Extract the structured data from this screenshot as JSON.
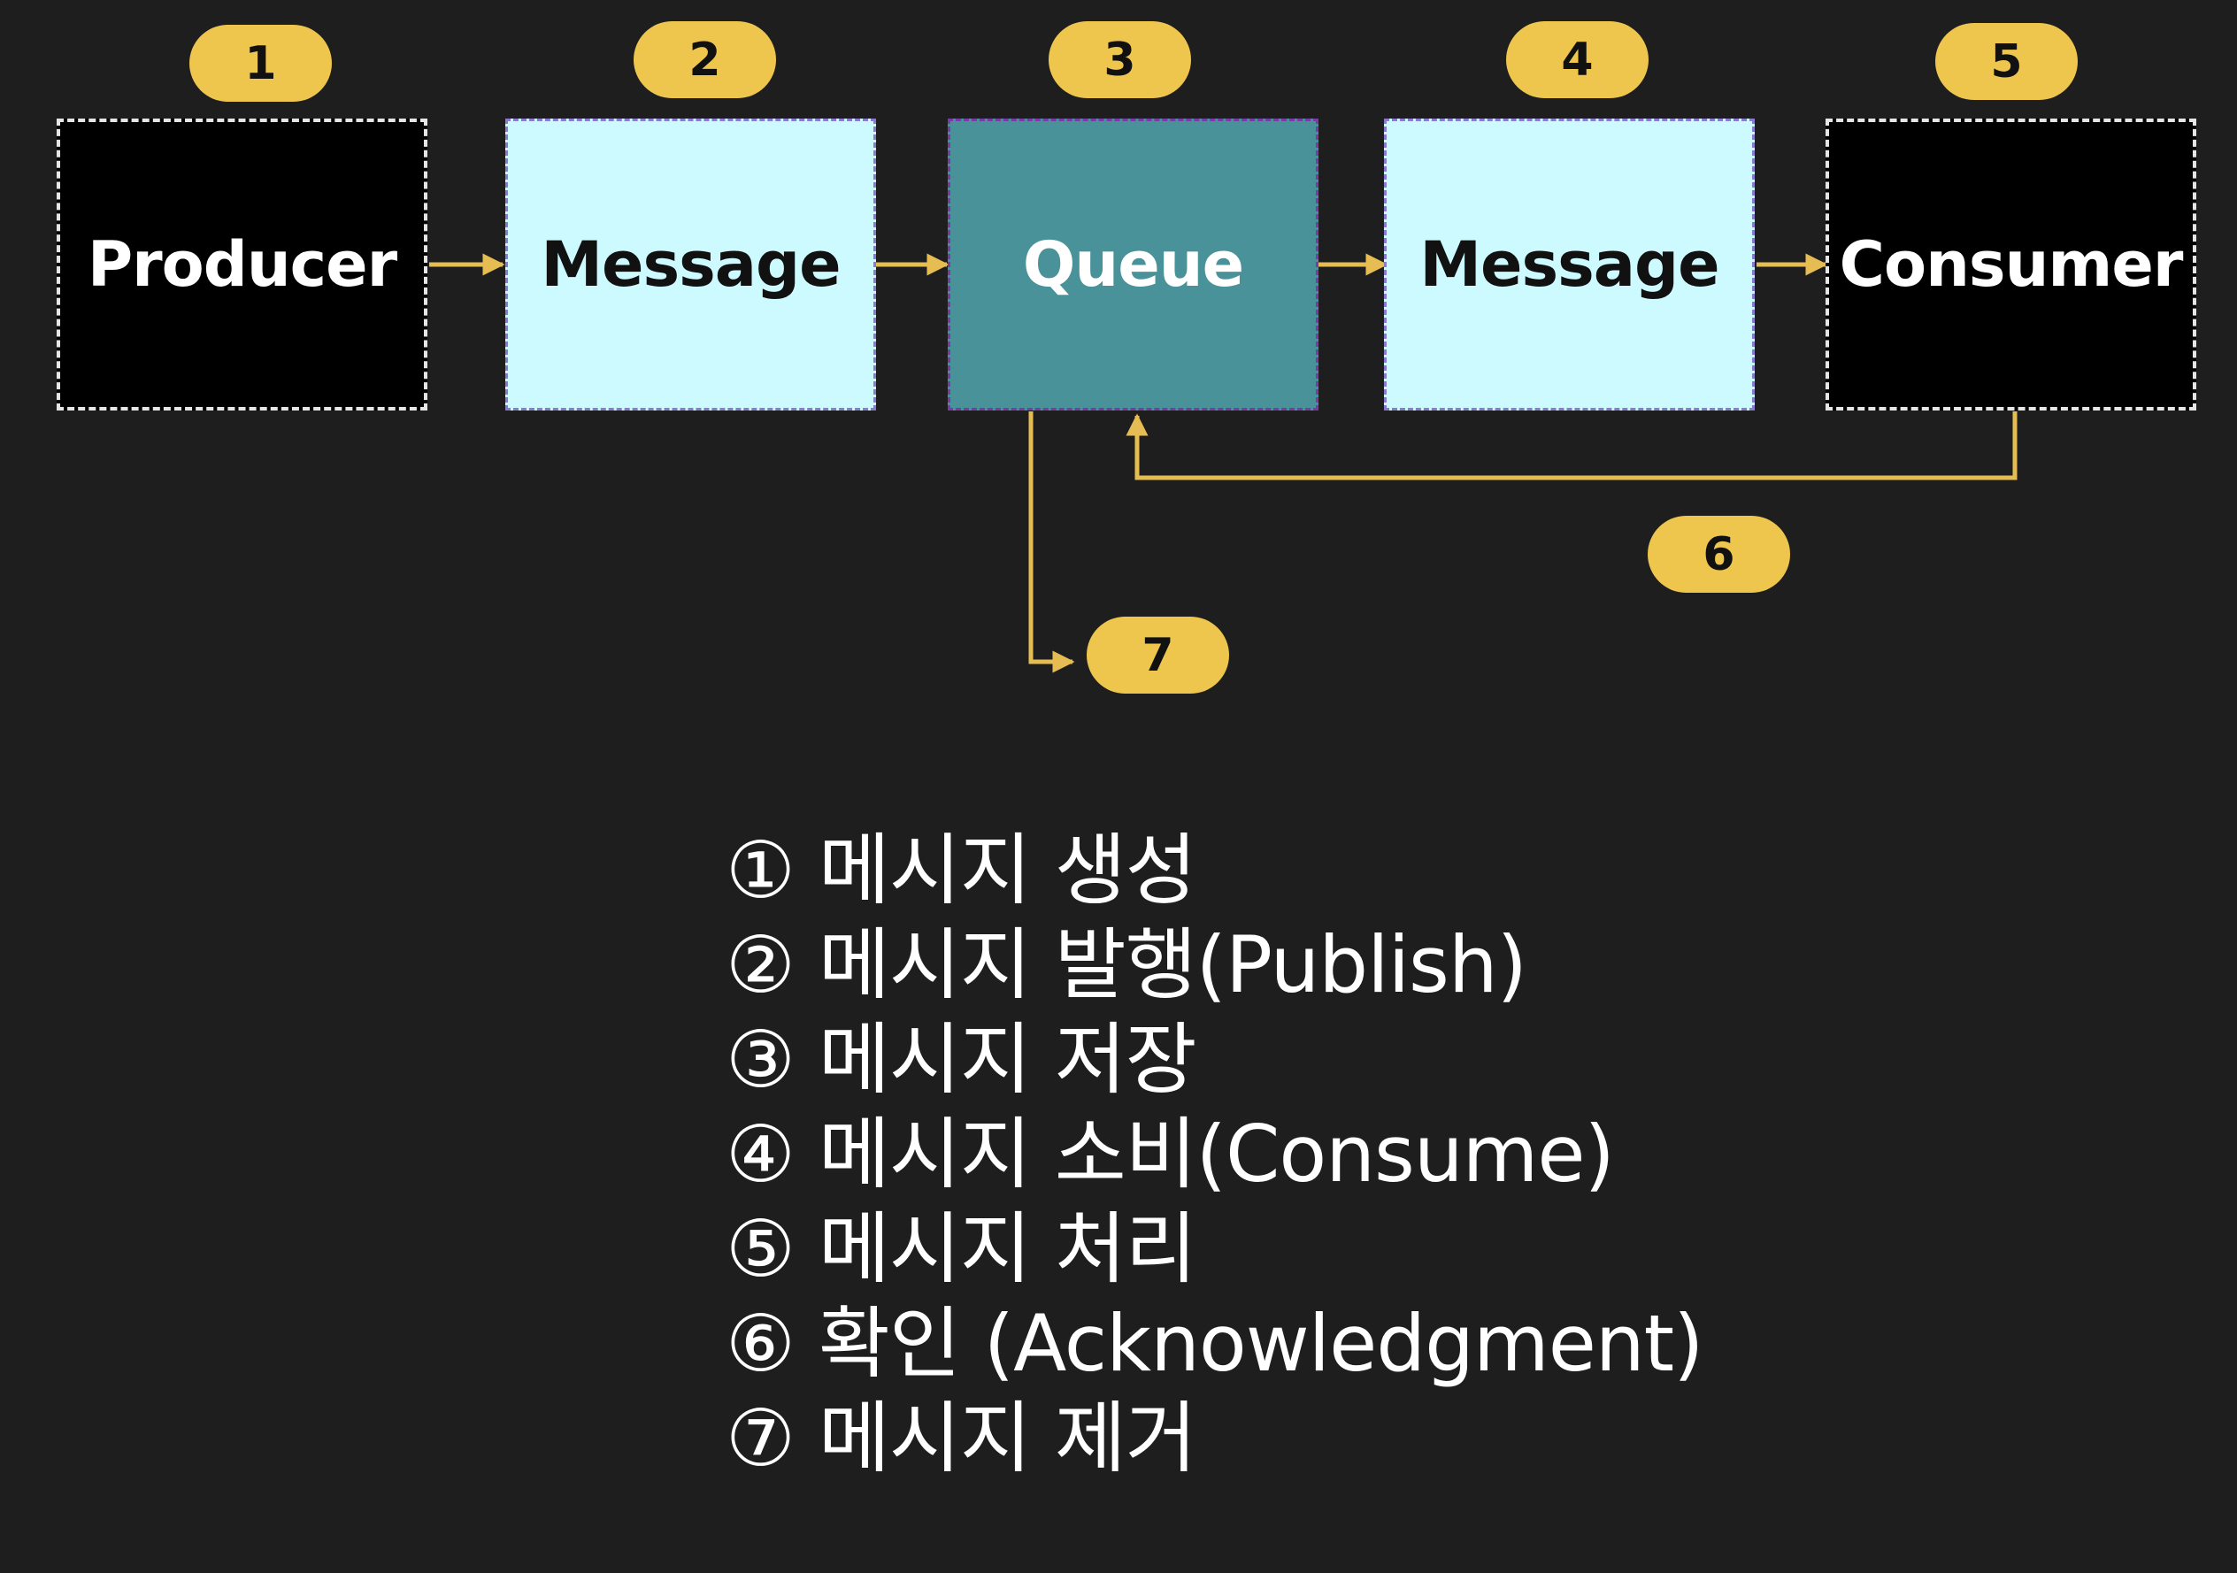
{
  "nodes": {
    "producer": "Producer",
    "message_in": "Message",
    "queue": "Queue",
    "message_out": "Message",
    "consumer": "Consumer"
  },
  "badges": {
    "b1": "1",
    "b2": "2",
    "b3": "3",
    "b4": "4",
    "b5": "5",
    "b6": "6",
    "b7": "7"
  },
  "legend": [
    "① 메시지 생성",
    "② 메시지 발행(Publish)",
    "③ 메시지 저장",
    "④ 메시지 소비(Consume)",
    "⑤ 메시지 처리",
    "⑥ 확인 (Acknowledgment)",
    "⑦ 메시지 제거"
  ],
  "colors": {
    "background": "#1e1e1e",
    "badge": "#eec64e",
    "connector": "#e6bd52",
    "message_fill": "#ccfaff",
    "queue_fill": "#4a9299",
    "endpoint_fill": "#000000"
  }
}
